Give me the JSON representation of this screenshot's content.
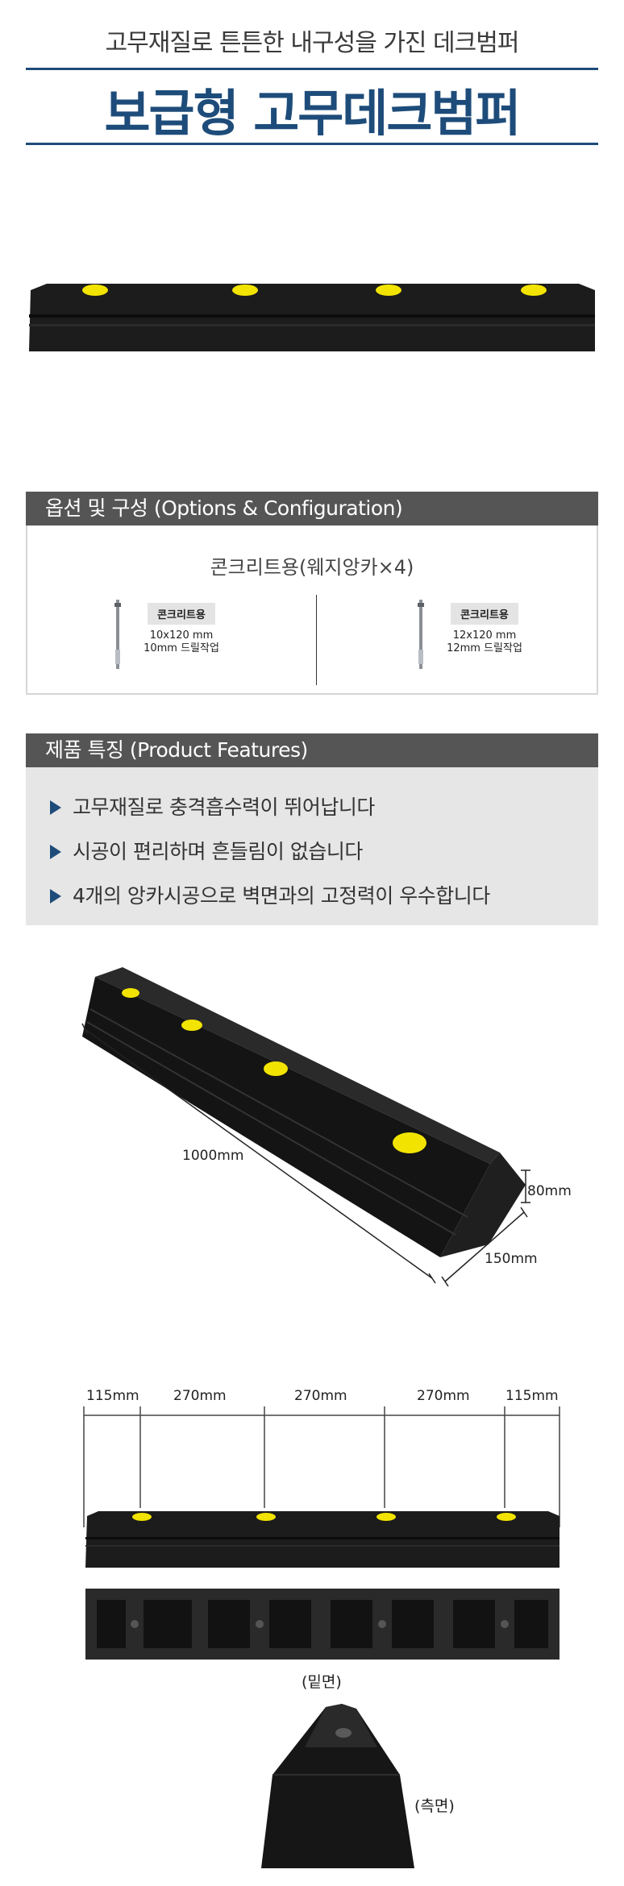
{
  "header": {
    "subtitle": "고무재질로 튼튼한 내구성을 가진 데크범퍼",
    "title": "보급형 고무데크범퍼"
  },
  "options": {
    "section_title": "옵션 및 구성 (Options & Configuration)",
    "heading": "콘크리트용(웨지앙카×4)",
    "items": [
      {
        "tag": "콘크리트용",
        "size": "10x120 mm",
        "note": "10mm 드릴작업"
      },
      {
        "tag": "콘크리트용",
        "size": "12x120 mm",
        "note": "12mm 드릴작업"
      }
    ]
  },
  "features": {
    "section_title": "제품 특징 (Product Features)",
    "items": [
      "고무재질로 충격흡수력이 뛰어납니다",
      "시공이 편리하며 흔들림이 없습니다",
      "4개의 앙카시공으로 벽면과의 고정력이 우수합니다"
    ]
  },
  "dimensions": {
    "length": "1000mm",
    "height": "80mm",
    "width": "150mm"
  },
  "spacing": {
    "labels": [
      "115mm",
      "270mm",
      "270mm",
      "270mm",
      "115mm"
    ]
  },
  "captions": {
    "bottom": "(밑면)",
    "side": "(측면)"
  }
}
